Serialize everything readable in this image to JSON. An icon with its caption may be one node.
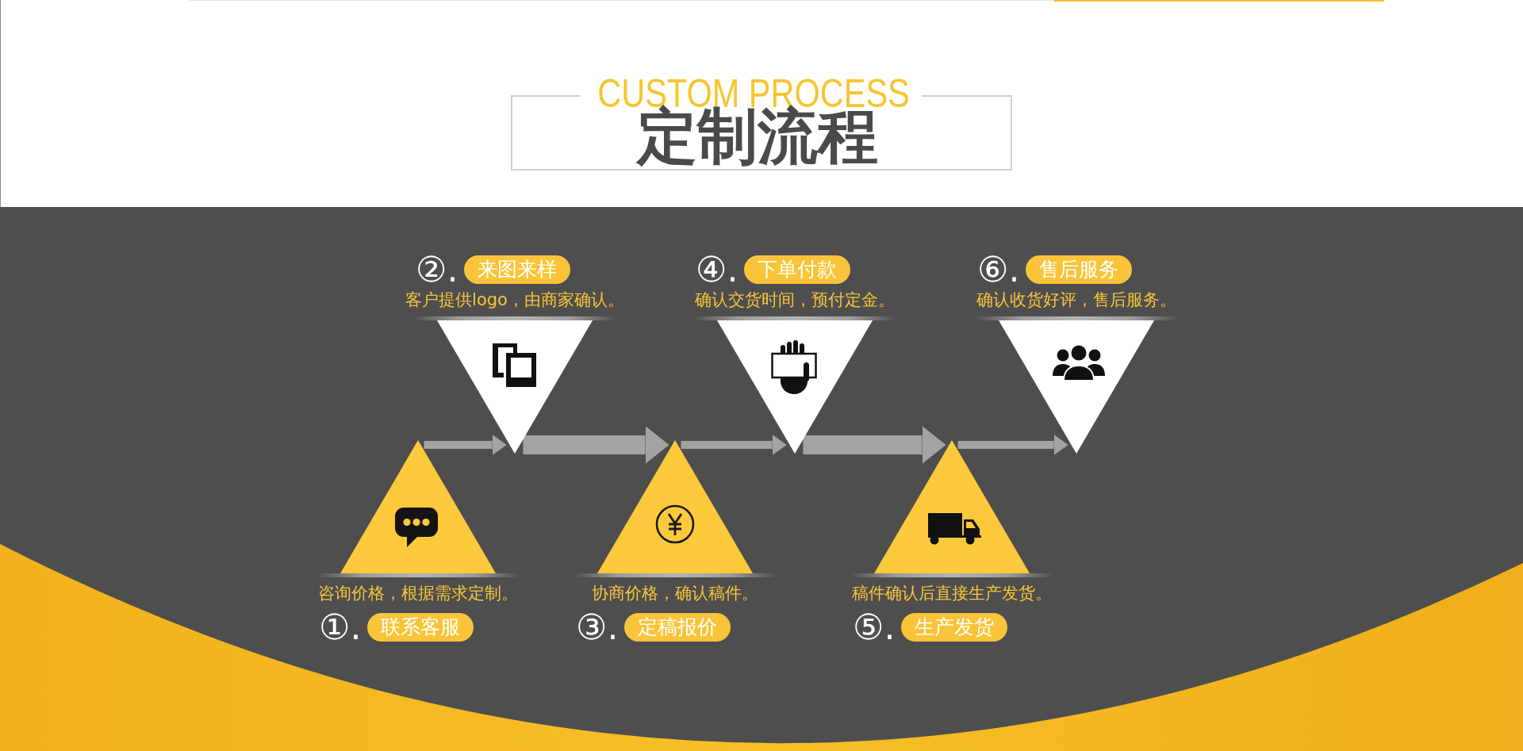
{
  "diagram": {
    "title": "定制流程",
    "nodes": [
      {
        "text": [
          "咨询价格，根据需求定制。",
          "①.",
          "联系客服"
        ]
      },
      {
        "text": [
          "②.",
          "来图来样",
          "客户提供logo，由商家确认。"
        ]
      },
      {
        "text": [
          "协商价格，确认稿件。",
          "③.",
          "定稿报价"
        ]
      },
      {
        "text": [
          "④.",
          "下单付款",
          "确认交货时间，预付定金。"
        ]
      },
      {
        "text": [
          "稿件确认后直接生产发货。",
          "⑤.",
          "生产发货"
        ]
      },
      {
        "text": [
          "⑥.",
          "售后服务",
          "确认收货好评，售后服务。"
        ]
      }
    ],
    "edges": [
      {
        "from": 0,
        "to": 1,
        "arrow": "to"
      },
      {
        "from": 1,
        "to": 2,
        "arrow": "to",
        "style": "thick"
      },
      {
        "from": 2,
        "to": 3,
        "arrow": "to"
      },
      {
        "from": 3,
        "to": 4,
        "arrow": "to",
        "style": "thick"
      },
      {
        "from": 4,
        "to": 5,
        "arrow": "to"
      }
    ],
    "labels": [
      "CUSTOM PROCESS"
    ]
  }
}
